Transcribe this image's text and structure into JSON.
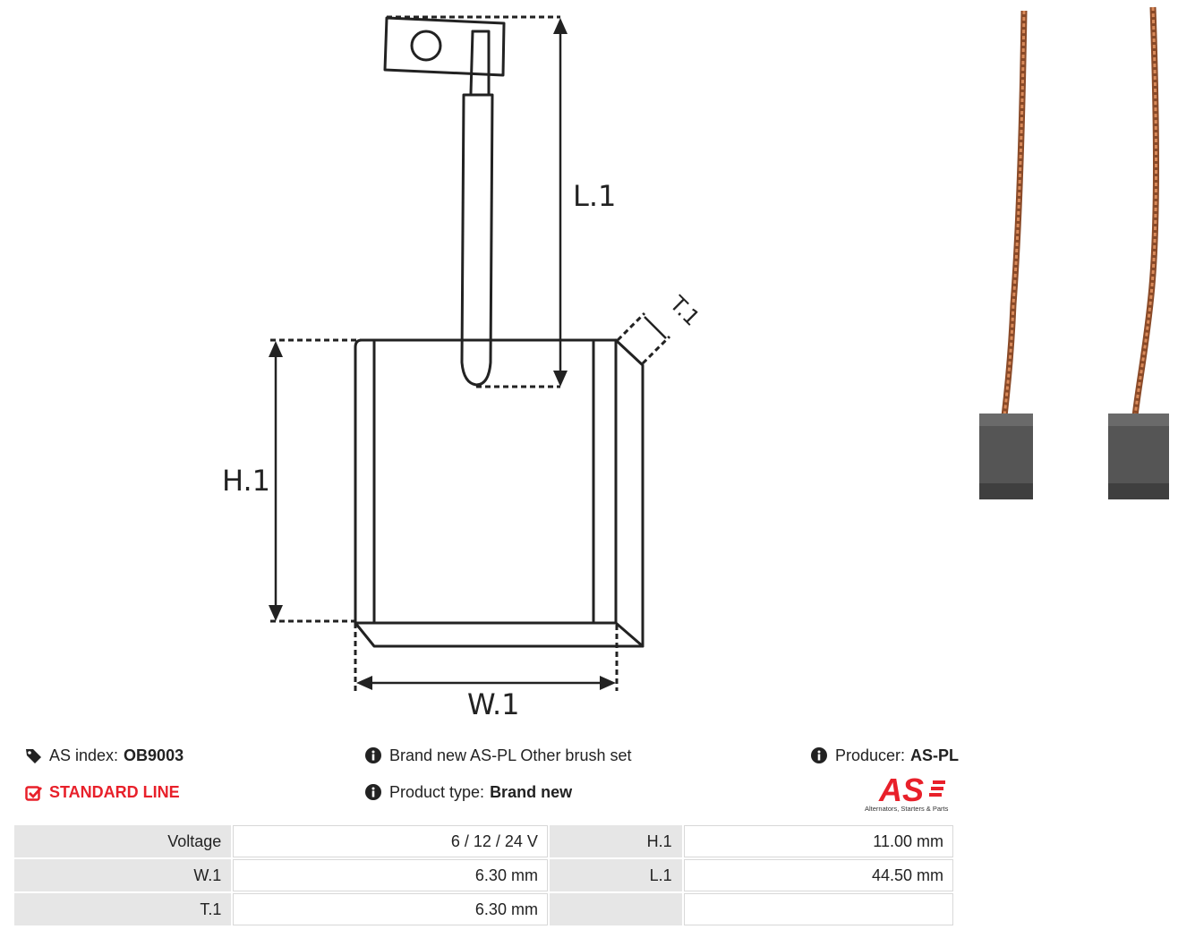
{
  "diagram": {
    "labels": {
      "length": "L.1",
      "height": "H.1",
      "width": "W.1",
      "thickness": "T.1"
    }
  },
  "info": {
    "index_label": "AS index:",
    "index_value": "OB9003",
    "line": "STANDARD LINE",
    "description": "Brand new AS-PL Other brush set",
    "type_label": "Product type:",
    "type_value": "Brand new",
    "producer_label": "Producer:",
    "producer_value": "AS-PL"
  },
  "logo": {
    "mark": "AS",
    "tagline": "Alternators, Starters & Parts",
    "color": "#e8202a"
  },
  "specs": [
    [
      "Voltage",
      "6 / 12 / 24 V",
      "H.1",
      "11.00 mm"
    ],
    [
      "W.1",
      "6.30 mm",
      "L.1",
      "44.50 mm"
    ],
    [
      "T.1",
      "6.30 mm",
      "",
      ""
    ]
  ],
  "colors": {
    "accent": "#e8202a",
    "text": "#222222",
    "key_cell": "#e6e6e6"
  }
}
